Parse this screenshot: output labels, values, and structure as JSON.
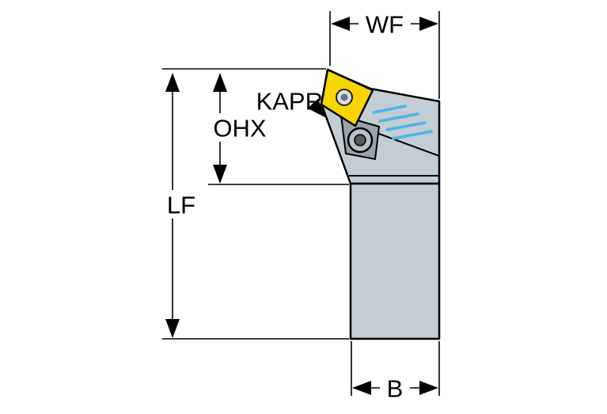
{
  "diagram": {
    "labels": {
      "wf": "WF",
      "ohx": "OHX",
      "lf": "LF",
      "b": "B",
      "kapr": "KAPR"
    },
    "colors": {
      "body": "#c4ccd4",
      "insert": "#f6d500",
      "insert_hole": "#d9dde0",
      "clamp": "#9aa3ab",
      "screw": "#b9c1c7",
      "screw_center": "#54595e",
      "hatch": "#4cb5e7"
    }
  }
}
